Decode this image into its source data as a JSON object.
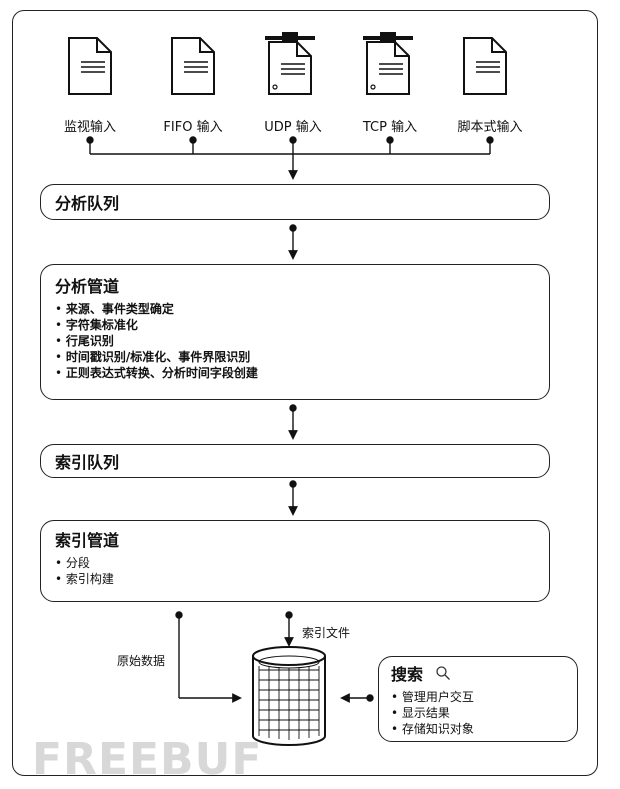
{
  "sources": [
    {
      "label": "监视输入",
      "icon": "document-icon"
    },
    {
      "label": "FIFO 输入",
      "icon": "document-icon"
    },
    {
      "label": "UDP 输入",
      "icon": "network-document-icon"
    },
    {
      "label": "TCP 输入",
      "icon": "network-document-icon"
    },
    {
      "label": "脚本式输入",
      "icon": "document-icon"
    }
  ],
  "parse_queue": {
    "title": "分析队列"
  },
  "parse_pipeline": {
    "title": "分析管道",
    "items": [
      "来源、事件类型确定",
      "字符集标准化",
      "行尾识别",
      "时间戳识别/标准化、事件界限识别",
      "正则表达式转换、分析时间字段创建"
    ]
  },
  "index_queue": {
    "title": "索引队列"
  },
  "index_pipeline": {
    "title": "索引管道",
    "items": [
      "分段",
      "索引构建"
    ]
  },
  "raw_data_label": "原始数据",
  "index_file_label": "索引文件",
  "search": {
    "title": "搜索",
    "items": [
      "管理用户交互",
      "显示结果",
      "存储知识对象"
    ]
  },
  "watermark": "FREEBUF"
}
